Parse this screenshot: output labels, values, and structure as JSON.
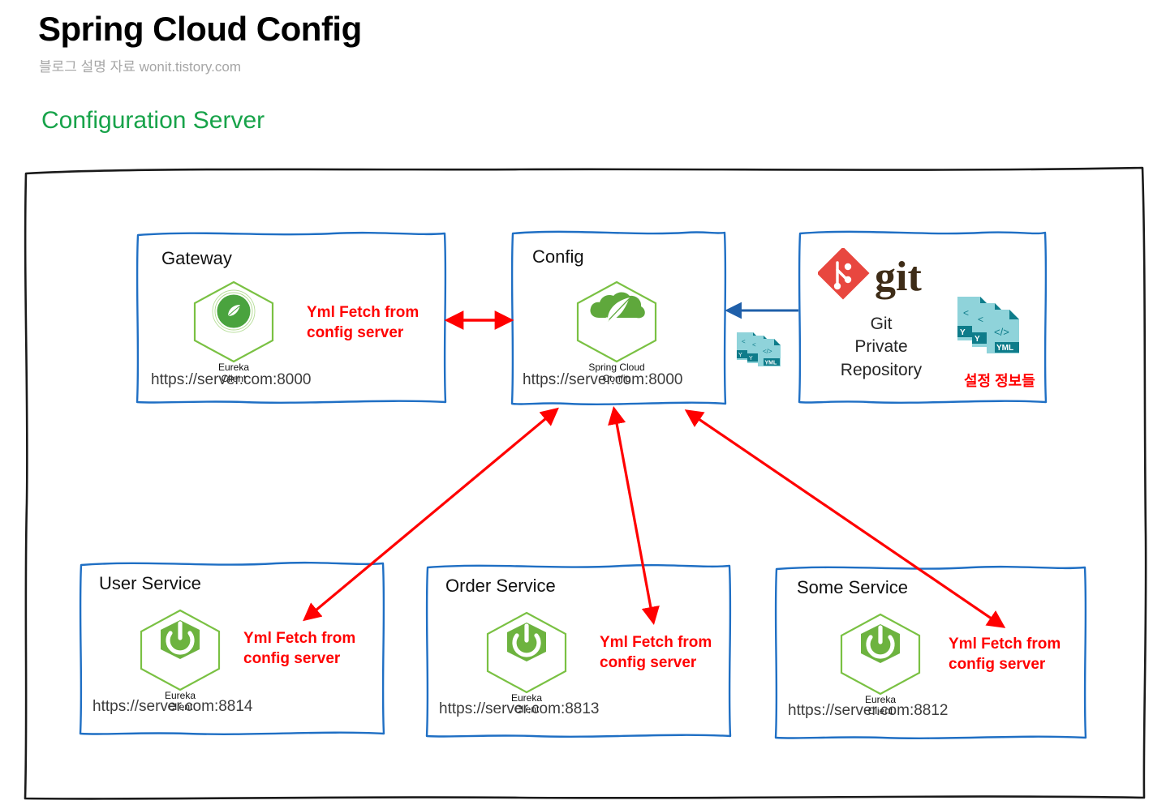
{
  "header": {
    "title": "Spring Cloud Config",
    "subtitle": "블로그 설명 자료 wonit.tistory.com",
    "section_title": "Configuration Server",
    "section_color": "#18a34a"
  },
  "colors": {
    "frame_border": "#1a1a1a",
    "box_border": "#1f6fc4",
    "arrow_red": "#ff0000",
    "arrow_blue": "#1f5fa9",
    "spring_green": "#6db33f",
    "hex_green": "#7ac143",
    "git_red": "#e8473f",
    "git_word": "#3e2c17",
    "yml_light": "#8fd3da",
    "yml_dark": "#0e7c8a"
  },
  "diagram": {
    "frame_name": "configuration-server-boundary",
    "nodes": [
      {
        "id": "gateway",
        "title": "Gateway",
        "url": "https://server.com:8000",
        "badge_lines": [
          "Eureka",
          "Client"
        ],
        "badge_icon": "spring-eureka-leaf-icon",
        "note": [
          "Yml Fetch from",
          "config server"
        ]
      },
      {
        "id": "config",
        "title": "Config",
        "url": "https://server.com:8000",
        "badge_lines": [
          "Spring Cloud",
          "Config"
        ],
        "badge_icon": "spring-cloud-config-icon",
        "note": []
      },
      {
        "id": "git",
        "title": "",
        "url": "",
        "logo_word": "git",
        "logo_icon": "git-diamond-icon",
        "text_lines": [
          "Git",
          "Private",
          "Repository"
        ],
        "files_icon": "yml-file-stack-icon",
        "files_note": "설정 정보들"
      },
      {
        "id": "user-service",
        "title": "User Service",
        "url": "https://server.com:8814",
        "badge_lines": [
          "Eureka",
          "Client"
        ],
        "badge_icon": "spring-boot-power-icon",
        "note": [
          "Yml Fetch from",
          "config server"
        ]
      },
      {
        "id": "order-service",
        "title": "Order Service",
        "url": "https://server.com:8813",
        "badge_lines": [
          "Eureka",
          "Client"
        ],
        "badge_icon": "spring-boot-power-icon",
        "note": [
          "Yml Fetch from",
          "config server"
        ]
      },
      {
        "id": "some-service",
        "title": "Some Service",
        "url": "https://server.com:8812",
        "badge_lines": [
          "Eureka",
          "Client"
        ],
        "badge_icon": "spring-boot-power-icon",
        "note": [
          "Yml Fetch from",
          "config server"
        ]
      }
    ],
    "connections": [
      {
        "from": "gateway",
        "to": "config",
        "color": "#ff0000",
        "heads": "both"
      },
      {
        "from": "git",
        "to": "config",
        "color": "#1f5fa9",
        "heads": "end"
      },
      {
        "from": "user-service",
        "to": "config",
        "color": "#ff0000",
        "heads": "both"
      },
      {
        "from": "order-service",
        "to": "config",
        "color": "#ff0000",
        "heads": "both"
      },
      {
        "from": "some-service",
        "to": "config",
        "color": "#ff0000",
        "heads": "both"
      }
    ]
  },
  "labels": {
    "gateway_title": "Gateway",
    "gateway_url": "https://server.com:8000",
    "gateway_note_1": "Yml Fetch from",
    "gateway_note_2": "config server",
    "gateway_hex_1": "Eureka",
    "gateway_hex_2": "Client",
    "config_title": "Config",
    "config_url": "https://server.com:8000",
    "config_hex_1": "Spring Cloud",
    "config_hex_2": "Config",
    "git_word": "git",
    "git_line_1": "Git",
    "git_line_2": "Private",
    "git_line_3": "Repository",
    "git_files_note": "설정 정보들",
    "user_title": "User Service",
    "user_url": "https://server.com:8814",
    "user_note_1": "Yml Fetch from",
    "user_note_2": "config server",
    "user_hex_1": "Eureka",
    "user_hex_2": "Client",
    "order_title": "Order Service",
    "order_url": "https://server.com:8813",
    "order_note_1": "Yml Fetch from",
    "order_note_2": "config server",
    "order_hex_1": "Eureka",
    "order_hex_2": "Client",
    "some_title": "Some Service",
    "some_url": "https://server.com:8812",
    "some_note_1": "Yml Fetch from",
    "some_note_2": "config server",
    "some_hex_1": "Eureka",
    "some_hex_2": "Client"
  }
}
